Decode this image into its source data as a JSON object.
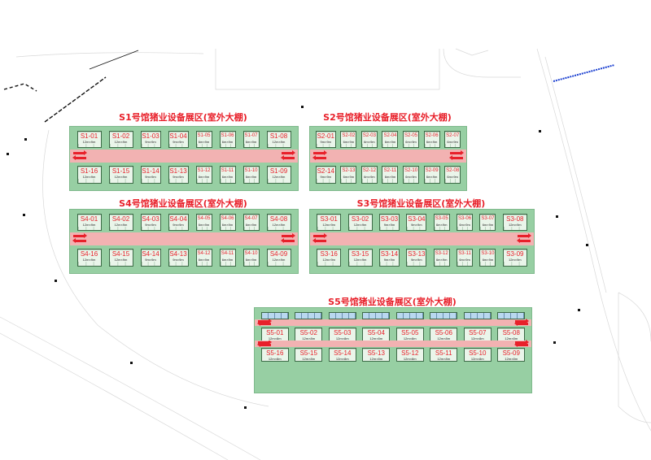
{
  "colors": {
    "accent": "#e8202a",
    "hall": "#97cfa3",
    "aisle": "#f2b2b2",
    "booth": "#eaf5ea"
  },
  "halls": [
    {
      "id": "S1",
      "title": "S1号馆猪业设备展区(室外大棚)",
      "top": [
        [
          "S1-01",
          "12m×9m"
        ],
        [
          "S1-02",
          "12m×9m"
        ],
        [
          "S1-03",
          "9m×9m"
        ],
        [
          "S1-04",
          "9m×9m"
        ],
        [
          "S1-05",
          "6m×9m"
        ],
        [
          "S1-06",
          "6m×9m"
        ],
        [
          "S1-07",
          "6m×9m"
        ],
        [
          "S1-08",
          "12m×9m"
        ]
      ],
      "bottom": [
        [
          "S1-16",
          "12m×9m"
        ],
        [
          "S1-15",
          "12m×9m"
        ],
        [
          "S1-14",
          "9m×9m"
        ],
        [
          "S1-13",
          "9m×9m"
        ],
        [
          "S1-12",
          "6m×9m"
        ],
        [
          "S1-11",
          "6m×9m"
        ],
        [
          "S1-10",
          "6m×9m"
        ],
        [
          "S1-09",
          "12m×9m"
        ]
      ]
    },
    {
      "id": "S2",
      "title": "S2号馆猪业设备展区(室外大棚)",
      "top": [
        [
          "S2-01",
          "9m×9m"
        ],
        [
          "S2-02",
          "6m×9m"
        ],
        [
          "S2-03",
          "6m×9m"
        ],
        [
          "S2-04",
          "6m×9m"
        ],
        [
          "S2-05",
          "6m×9m"
        ],
        [
          "S2-06",
          "6m×9m"
        ],
        [
          "S2-07",
          "6m×9m"
        ]
      ],
      "bottom": [
        [
          "S2-14",
          "9m×9m"
        ],
        [
          "S2-13",
          "6m×9m"
        ],
        [
          "S2-12",
          "6m×9m"
        ],
        [
          "S2-11",
          "6m×9m"
        ],
        [
          "S2-10",
          "6m×9m"
        ],
        [
          "S2-09",
          "6m×9m"
        ],
        [
          "S2-08",
          "6m×9m"
        ]
      ]
    },
    {
      "id": "S4",
      "title": "S4号馆猪业设备展区(室外大棚)",
      "top": [
        [
          "S4-01",
          "12m×9m"
        ],
        [
          "S4-02",
          "12m×9m"
        ],
        [
          "S4-03",
          "9m×9m"
        ],
        [
          "S4-04",
          "9m×9m"
        ],
        [
          "S4-05",
          "6m×9m"
        ],
        [
          "S4-06",
          "6m×9m"
        ],
        [
          "S4-07",
          "6m×9m"
        ],
        [
          "S4-08",
          "12m×9m"
        ]
      ],
      "bottom": [
        [
          "S4-16",
          "12m×9m"
        ],
        [
          "S4-15",
          "12m×9m"
        ],
        [
          "S4-14",
          "9m×9m"
        ],
        [
          "S4-13",
          "9m×9m"
        ],
        [
          "S4-12",
          "6m×9m"
        ],
        [
          "S4-11",
          "6m×9m"
        ],
        [
          "S4-10",
          "6m×9m"
        ],
        [
          "S4-09",
          "12m×9m"
        ]
      ]
    },
    {
      "id": "S3",
      "title": "S3号馆猪业设备展区(室外大棚)",
      "top": [
        [
          "S3-01",
          "12m×9m"
        ],
        [
          "S3-02",
          "12m×9m"
        ],
        [
          "S3-03",
          "9m×9m"
        ],
        [
          "S3-04",
          "9m×9m"
        ],
        [
          "S3-05",
          "6m×9m"
        ],
        [
          "S3-06",
          "6m×9m"
        ],
        [
          "S3-07",
          "6m×9m"
        ],
        [
          "S3-08",
          "12m×9m"
        ]
      ],
      "bottom": [
        [
          "S3-16",
          "12m×9m"
        ],
        [
          "S3-15",
          "12m×9m"
        ],
        [
          "S3-14",
          "9m×9m"
        ],
        [
          "S3-13",
          "9m×9m"
        ],
        [
          "S3-12",
          "6m×9m"
        ],
        [
          "S3-11",
          "6m×9m"
        ],
        [
          "S3-10",
          "6m×9m"
        ],
        [
          "S3-09",
          "12m×9m"
        ]
      ]
    },
    {
      "id": "S5",
      "title": "S5号馆猪业设备展区(室外大棚)",
      "top": [
        [
          "S5-01",
          "12m×8m"
        ],
        [
          "S5-02",
          "12m×8m"
        ],
        [
          "S5-03",
          "12m×8m"
        ],
        [
          "S5-04",
          "12m×8m"
        ],
        [
          "S5-05",
          "12m×8m"
        ],
        [
          "S5-06",
          "12m×8m"
        ],
        [
          "S5-07",
          "12m×8m"
        ],
        [
          "S5-08",
          "12m×8m"
        ]
      ],
      "bottom": [
        [
          "S5-16",
          "12m×8m"
        ],
        [
          "S5-15",
          "12m×8m"
        ],
        [
          "S5-14",
          "12m×8m"
        ],
        [
          "S5-13",
          "12m×8m"
        ],
        [
          "S5-12",
          "12m×8m"
        ],
        [
          "S5-11",
          "12m×8m"
        ],
        [
          "S5-10",
          "12m×8m"
        ],
        [
          "S5-09",
          "12m×8m"
        ]
      ]
    }
  ]
}
